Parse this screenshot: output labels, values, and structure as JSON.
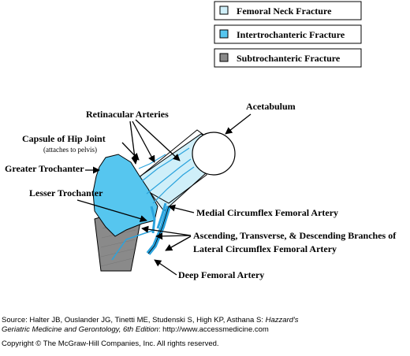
{
  "colors": {
    "femoral_neck": "#cfeff9",
    "intertrochanteric": "#56c6ef",
    "subtrochanteric": "#8a8a8a",
    "artery": "#2aa3dd",
    "outline": "#000000"
  },
  "legend": [
    {
      "key": "femoral_neck",
      "label": "Femoral Neck Fracture"
    },
    {
      "key": "intertrochanteric",
      "label": "Intertrochanteric Fracture"
    },
    {
      "key": "subtrochanteric",
      "label": "Subtrochanteric Fracture"
    }
  ],
  "labels": {
    "retinacular_arteries": "Retinacular Arteries",
    "acetabulum": "Acetabulum",
    "capsule": "Capsule of Hip Joint",
    "capsule_note": "(attaches to pelvis)",
    "greater_trochanter": "Greater Trochanter",
    "lesser_trochanter": "Lesser Trochanter",
    "medial_circumflex": "Medial Circumflex Femoral Artery",
    "lateral_line1": "Ascending, Transverse, & Descending Branches of",
    "lateral_line2": "Lateral Circumflex Femoral Artery",
    "deep_femoral": "Deep Femoral Artery"
  },
  "source": {
    "line1_prefix": "Source: Halter JB, Ouslander JG, Tinetti ME, Studenski S, High KP, Asthana S: ",
    "line1_italic": "Hazzard's",
    "line2_italic": "Geriatric Medicine and Gerontology, 6th Edition",
    "line2_suffix": ": http://www.accessmedicine.com",
    "copyright": "Copyright © The McGraw-Hill Companies, Inc. All rights reserved."
  }
}
